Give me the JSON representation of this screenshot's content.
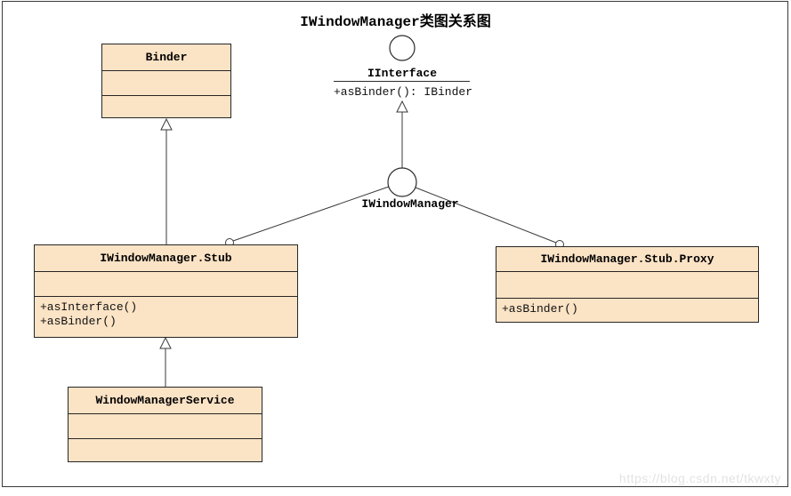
{
  "title": "IWindowManager类图关系图",
  "interfaces": {
    "iinterface": {
      "label": "IInterface",
      "method": "+asBinder(): IBinder"
    },
    "iwindowmanager": {
      "label": "IWindowManager"
    }
  },
  "classes": {
    "binder": {
      "name": "Binder",
      "methods": []
    },
    "stub": {
      "name": "IWindowManager.Stub",
      "methods": [
        "+asInterface()",
        "+asBinder()"
      ]
    },
    "proxy": {
      "name": "IWindowManager.Stub.Proxy",
      "methods": [
        "+asBinder()"
      ]
    },
    "wms": {
      "name": "WindowManagerService",
      "methods": []
    }
  },
  "relations": [
    {
      "from": "IWindowManager.Stub",
      "to": "Binder",
      "type": "generalization"
    },
    {
      "from": "WindowManagerService",
      "to": "IWindowManager.Stub",
      "type": "generalization"
    },
    {
      "from": "IWindowManager",
      "to": "IInterface",
      "type": "generalization"
    },
    {
      "from": "IWindowManager.Stub",
      "to": "IWindowManager",
      "type": "realization-ball"
    },
    {
      "from": "IWindowManager.Stub.Proxy",
      "to": "IWindowManager",
      "type": "realization-ball"
    }
  ],
  "watermark": "https://blog.csdn.net/tkwxty",
  "colors": {
    "box_fill": "#fbe3c5",
    "box_border": "#262626",
    "line": "#3a3a3a",
    "watermark": "#e3e3e3",
    "background": "#ffffff"
  }
}
